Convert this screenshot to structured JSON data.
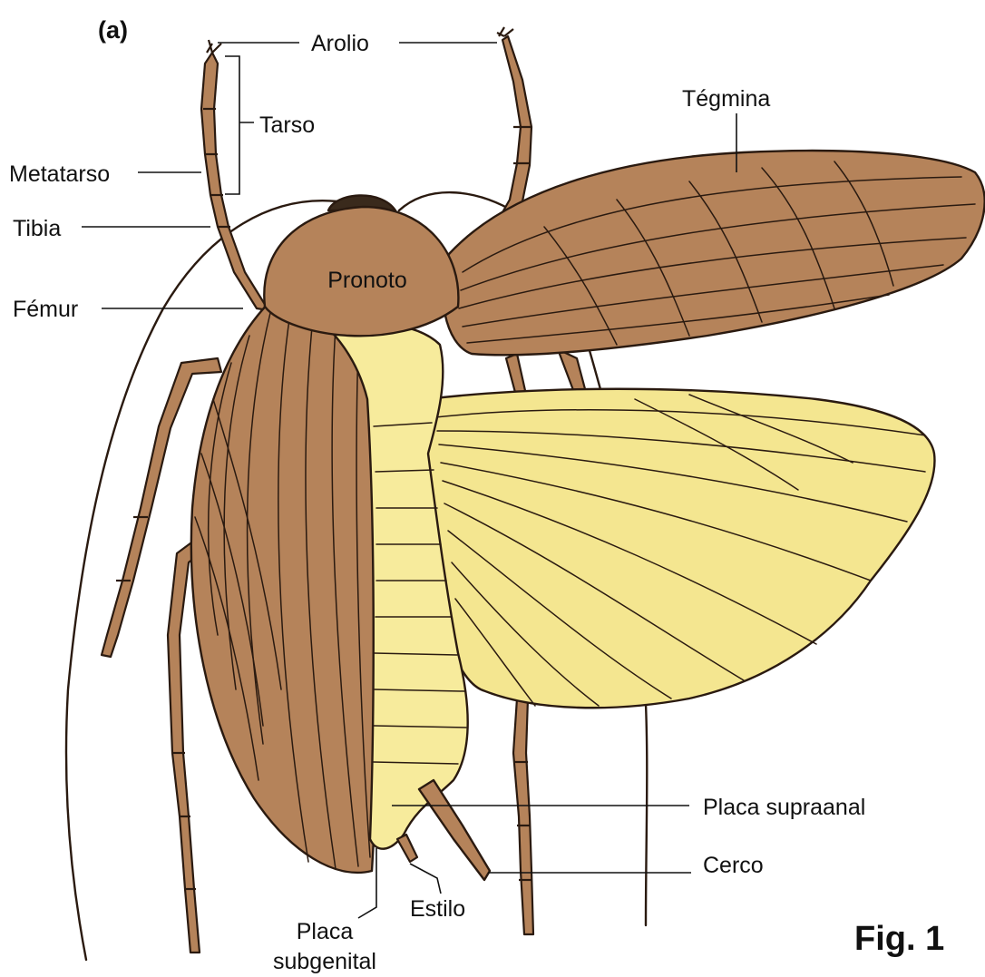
{
  "panel_label": "(a)",
  "figure_label": "Fig. 1",
  "labels": {
    "arolio": "Arolio",
    "tarso": "Tarso",
    "metatarso": "Metatarso",
    "tibia": "Tibia",
    "femur": "Fémur",
    "pronoto": "Pronoto",
    "tegmina": "Tégmina",
    "placa_supraanal": "Placa supraanal",
    "cerco": "Cerco",
    "estilo": "Estilo",
    "placa_subgenital_line1": "Placa",
    "placa_subgenital_line2": "subgenital"
  },
  "colors": {
    "body_brown": "#b5835a",
    "wing_yellow": "#f4e690",
    "abdomen_yellow": "#f7eb9c",
    "outline": "#2a1a10"
  }
}
